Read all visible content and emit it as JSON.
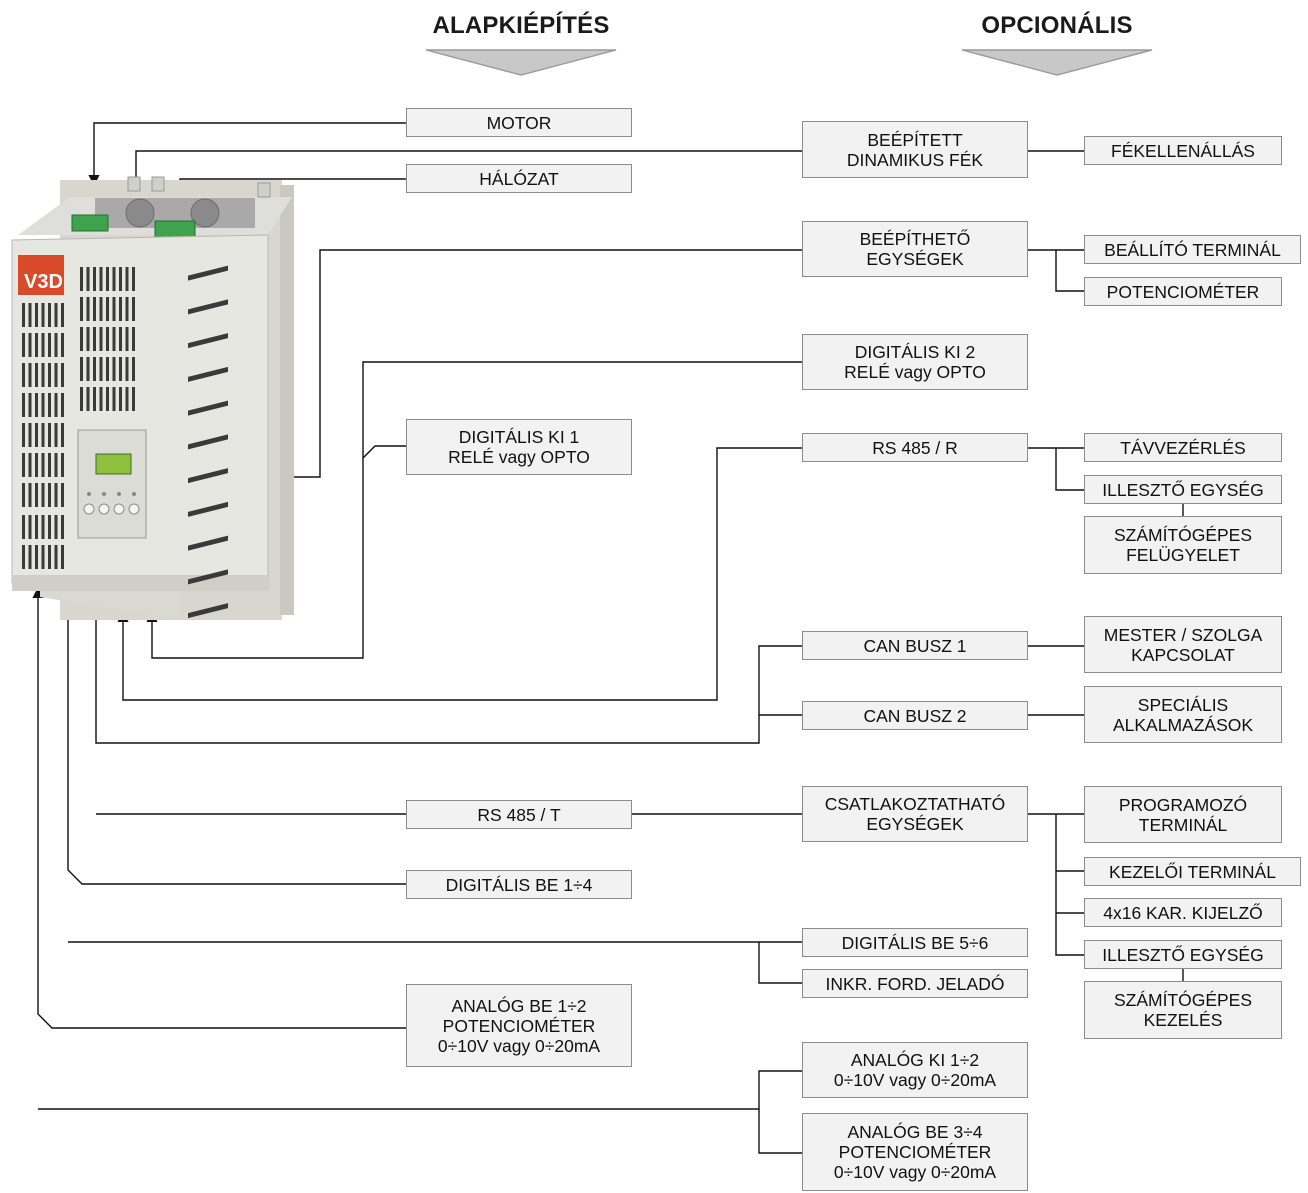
{
  "headers": {
    "base": "ALAPKIÉPÍTÉS",
    "optional": "OPCIONÁLIS"
  },
  "device": {
    "logo_text": "V3D"
  },
  "base_boxes": {
    "motor": "MOTOR",
    "halozat": "HÁLÓZAT",
    "digital_out_1": "DIGITÁLIS KI 1\nRELÉ vagy OPTO",
    "rs485_t": "RS 485 / T",
    "digital_in_1_4": "DIGITÁLIS BE 1÷4",
    "analog_in_1_2": "ANALÓG BE 1÷2\nPOTENCIOMÉTER\n0÷10V vagy 0÷20mA"
  },
  "optional_boxes": {
    "dynamic_brake": "BEÉPÍTETT\nDINAMIKUS FÉK",
    "built_in_units": "BEÉPÍTHETŐ\nEGYSÉGEK",
    "digital_out_2": "DIGITÁLIS KI 2\nRELÉ vagy OPTO",
    "rs485_r": "RS 485 / R",
    "can_bus_1": "CAN BUSZ 1",
    "can_bus_2": "CAN BUSZ 2",
    "pluggable_units": "CSATLAKOZTATHATÓ\nEGYSÉGEK",
    "digital_in_5_6": "DIGITÁLIS BE 5÷6",
    "encoder": "INKR. FORD. JELADÓ",
    "analog_out_1_2": "ANALÓG KI 1÷2\n0÷10V vagy 0÷20mA",
    "analog_in_3_4": "ANALÓG BE 3÷4\nPOTENCIOMÉTER\n0÷10V vagy 0÷20mA"
  },
  "accessory_boxes": {
    "brake_resistor": "FÉKELLENÁLLÁS",
    "setup_terminal": "BEÁLLÍTÓ TERMINÁL",
    "potentiometer": "POTENCIOMÉTER",
    "remote_control": "TÁVVEZÉRLÉS",
    "adapter_unit_1": "ILLESZTŐ EGYSÉG",
    "pc_supervision": "SZÁMÍTÓGÉPES\nFELÜGYELET",
    "master_slave": "MESTER / SZOLGA\nKAPCSOLAT",
    "special_apps": "SPECIÁLIS\nALKALMAZÁSOK",
    "programming_terminal": "PROGRAMOZÓ\nTERMINÁL",
    "operator_terminal": "KEZELŐI TERMINÁL",
    "lcd_display": "4x16 KAR. KIJELZŐ",
    "adapter_unit_2": "ILLESZTŐ EGYSÉG",
    "pc_control": "SZÁMÍTÓGÉPES\nKEZELÉS"
  },
  "colors": {
    "box_fill": "#f2f2f2",
    "box_border": "#8c8c8c",
    "line": "#111111",
    "arrow_header": "#c8c8c8"
  }
}
